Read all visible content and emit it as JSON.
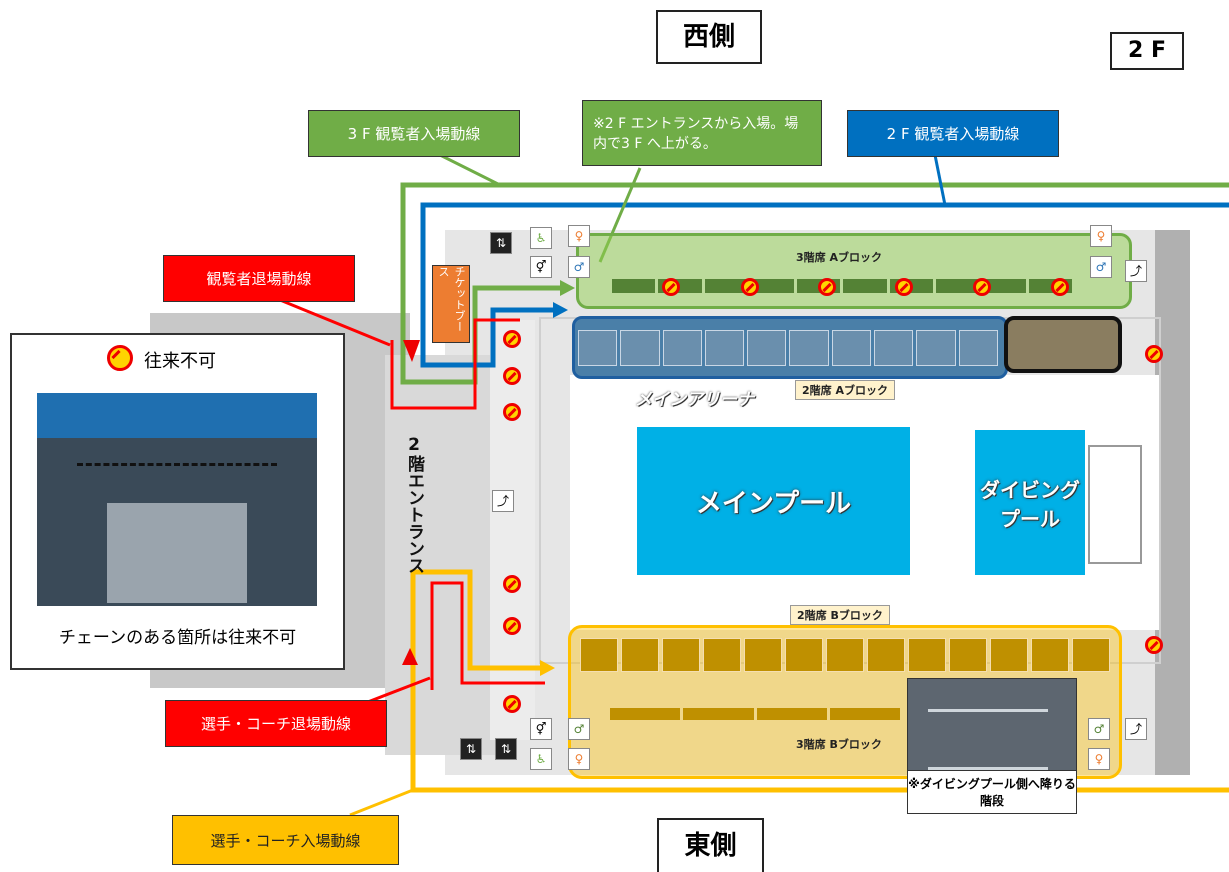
{
  "floor_label": "2 F",
  "west_label": "西側",
  "east_label": "東側",
  "routes": {
    "spectator_3f_in": "3 F 観覧者入場動線",
    "entrance_note": "※2 F エントランスから入場。場内で3 F へ上がる。",
    "spectator_2f_in": "2 F 観覧者入場動線",
    "spectator_out": "観覧者退場動線",
    "athlete_out": "選手・コーチ退場動線",
    "athlete_in": "選手・コーチ入場動線"
  },
  "areas": {
    "ticket_booth": "チケットブース",
    "entrance_2f": "2階エントランス",
    "main_arena": "メインアリーナ",
    "main_pool": "メインプール",
    "diving_pool": "ダイビングプール"
  },
  "blocks": {
    "seat_3f_a": "3階席 Aブロック",
    "seat_2f_a": "2階席 Aブロック",
    "seat_2f_b": "2階席 Bブロック",
    "seat_3f_b": "3階席 Bブロック"
  },
  "legend": {
    "no_passage": "往来不可",
    "chain_note": "チェーンのある箇所は往来不可"
  },
  "stairs_caption": "※ダイビングプール側へ降りる階段",
  "colors": {
    "green": "#70ad47",
    "blue": "#0070c0",
    "red": "#ff0000",
    "yellow": "#ffc000"
  }
}
